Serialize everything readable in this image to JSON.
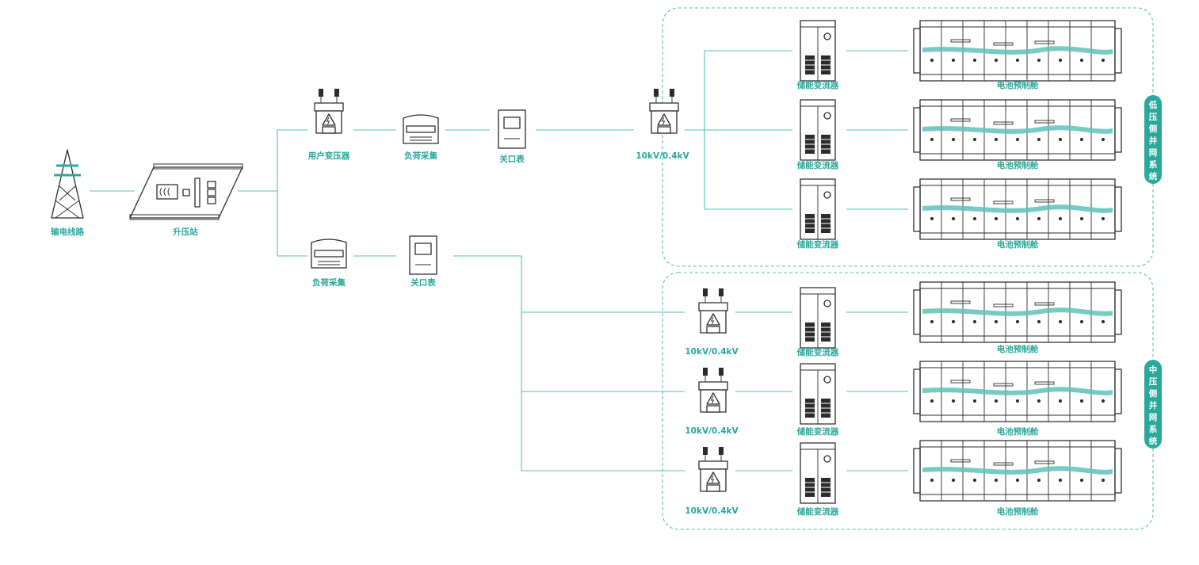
{
  "colors": {
    "accent": "#2aa89c",
    "line": "#56bfb5",
    "icon": "#2b2b2b"
  },
  "labels": {
    "power_line": "输电线路",
    "step_up_station": "升压站",
    "user_transformer": "用户变压器",
    "load_collection": "负荷采集",
    "gateway_meter": "关口表",
    "transformer_10kv": "10kV/0.4kV",
    "pcs": "储能变流器",
    "battery_cabin": "电池预制舱"
  },
  "groups": {
    "low_voltage": "低压侧并网系统",
    "medium_voltage": "中压侧并网系统"
  }
}
